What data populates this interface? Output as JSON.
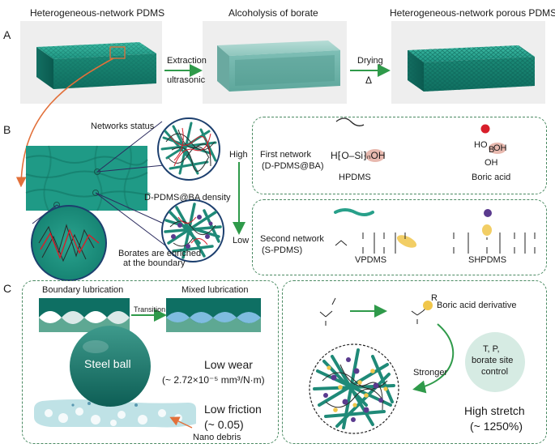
{
  "panels": {
    "a": "A",
    "b": "B",
    "c": "C"
  },
  "panel_a": {
    "step1_title": "Heterogeneous-network PDMS",
    "step2_title": "Alcoholysis of borate",
    "step3_title": "Heterogeneous-network porous PDMS",
    "arrow1_top": "Extraction",
    "arrow1_bottom": "ultrasonic",
    "arrow2_top": "Drying",
    "arrow2_bottom": "Δ"
  },
  "panel_b": {
    "networks_title": "Networks status",
    "high": "High",
    "low": "Low",
    "density_label": "D-PDMS@BA density",
    "borates_note_1": "Borates are enriched",
    "borates_note_2": "at the boundary",
    "first_network_1": "First network",
    "first_network_2": "(D-PDMS@BA)",
    "hpdms": "HPDMS",
    "boric_acid": "Boric acid",
    "second_network_1": "Second network",
    "second_network_2": "(S-PDMS)",
    "vpdms": "VPDMS",
    "shpdms": "SHPDMS",
    "hpdms_formula": "H⁅O–Si⁆ₙOH",
    "boric_formula_top": "HO",
    "boric_formula_b": "B",
    "boric_formula_oh": "OH",
    "boric_formula_bottom": "OH"
  },
  "panel_c": {
    "boundary_lubrication": "Boundary lubrication",
    "mixed_lubrication": "Mixed lubrication",
    "transition": "Transition",
    "steel_ball": "Steel ball",
    "low_wear": "Low wear",
    "wear_value": "(~ 2.72×10⁻⁵ mm³/N·m)",
    "low_friction": "Low friction",
    "friction_value": "(~ 0.05)",
    "nano_debris": "Nano debris",
    "boric_acid_derivative": "Boric acid derivative",
    "control_1": "T, P,",
    "control_2": "borate site",
    "control_3": "control",
    "stronger": "Stronger",
    "high_stretch": "High stretch",
    "stretch_value": "(~ 1250%)",
    "r_label": "R"
  },
  "colors": {
    "teal_dark": "#0e6f63",
    "teal": "#22a08a",
    "dashed_green": "#4a8a62",
    "arrow_green": "#2f9a4a",
    "orange": "#e2703a",
    "pink": "#e0a294",
    "yellow": "#f0c64a",
    "purple": "#5a3a8e",
    "red": "#d81e2a"
  }
}
